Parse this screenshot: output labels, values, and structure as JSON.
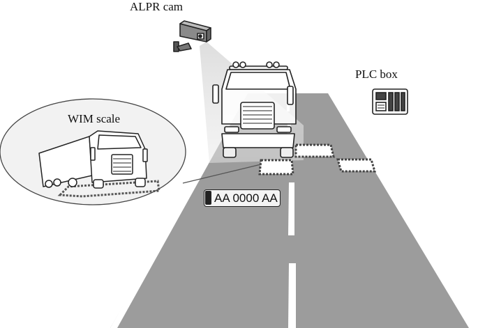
{
  "labels": {
    "alpr_cam": "ALPR cam",
    "plc_box": "PLC box",
    "wim_scale": "WIM scale"
  },
  "license_plate": {
    "text": "AA 0000 AA"
  },
  "colors": {
    "road": "#9c9c9c",
    "road_edge": "#ffffff",
    "outline": "#222222",
    "sensor_fill": "#ffffff",
    "camera_beam": "#d8d8d8"
  }
}
